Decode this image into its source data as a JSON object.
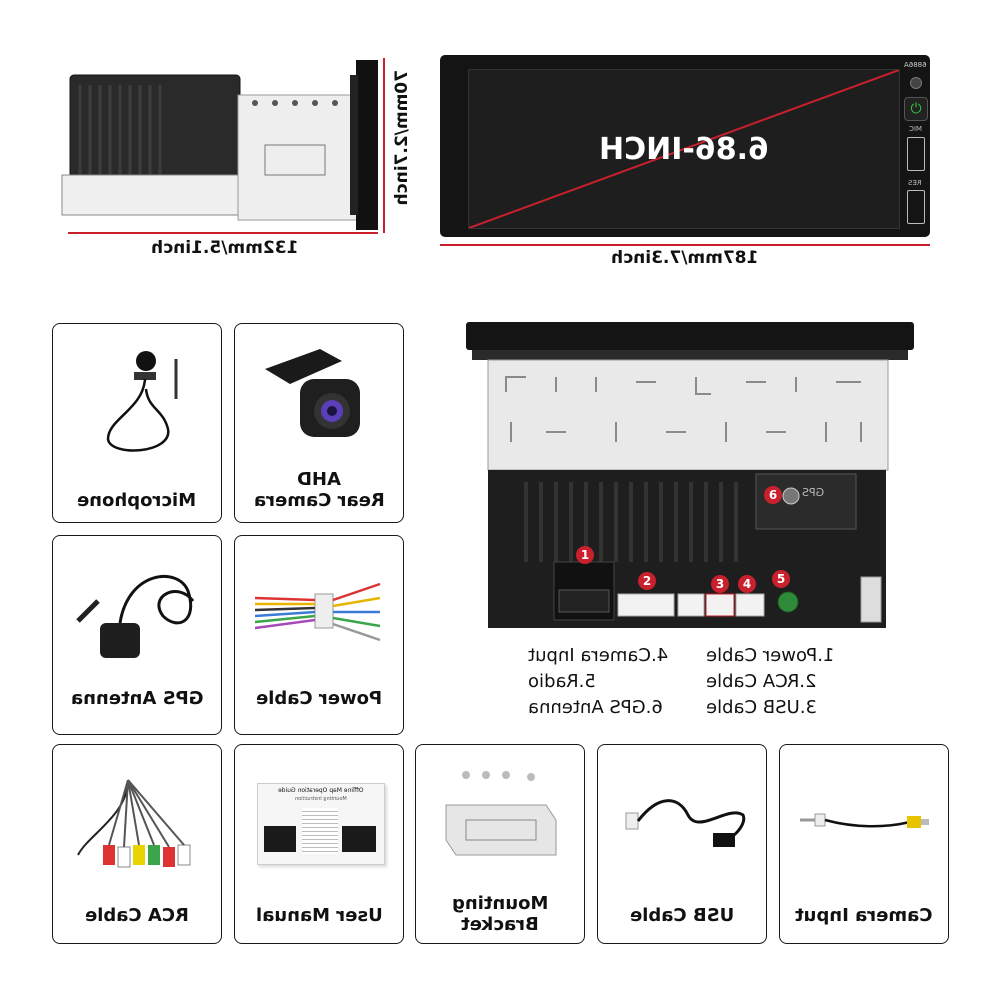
{
  "top": {
    "screen_label": "6.86-INCH",
    "model": "6886A",
    "mic_label": "MIC",
    "res_label": "RES",
    "dim_width": "187mm/7.3inch",
    "dim_depth": "132mm/5.1inch",
    "dim_height": "70mm/2.7inch"
  },
  "back_panel": {
    "connectors": [
      "1",
      "2",
      "3",
      "4",
      "5",
      "6"
    ],
    "gps_tag": "GPS",
    "legend_left": [
      "1.Power Cable",
      "2.RCA Cable",
      "3.USB Cable"
    ],
    "legend_right": [
      "4.Camera Input",
      "5.Radio",
      "6.GPS Antenna"
    ]
  },
  "accessories": {
    "microphone": "Microphone",
    "camera_line1": "AHD",
    "camera_line2": "Rear Camera",
    "gps": "GPS Antenna",
    "power": "Power Cable",
    "rca": "RCA Cable",
    "manual": "User Manual",
    "bracket_line1": "Mounting",
    "bracket_line2": "Bracket",
    "usb": "USB Cable",
    "camera_input": "Camera Input"
  },
  "manual_text": {
    "title": "Offline Map Operation Guide",
    "subtitle": "Mounting Instruction"
  },
  "colors": {
    "accent_red": "#c8202c",
    "screen": "#1b1b1b",
    "power_green": "#35c13a"
  }
}
